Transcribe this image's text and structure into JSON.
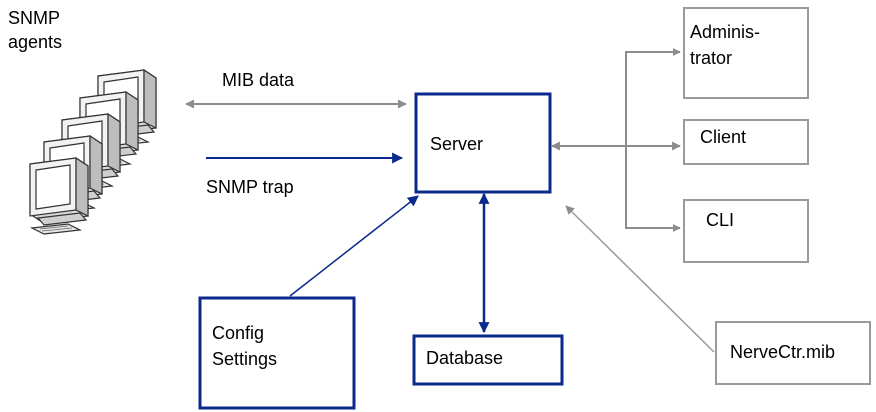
{
  "agents": {
    "line1": "SNMP",
    "line2": "agents"
  },
  "links": {
    "mib_data": "MIB data",
    "snmp_trap": "SNMP trap"
  },
  "nodes": {
    "server": "Server",
    "administrator_line1": "Adminis-",
    "administrator_line2": "trator",
    "client": "Client",
    "cli": "CLI",
    "config_line1": "Config",
    "config_line2": "Settings",
    "database": "Database",
    "nervectr": "NerveCtr.mib"
  },
  "colors": {
    "primary": "#0b2a8c",
    "gray": "#8c8c8c",
    "box_gray": "#9a9a9a"
  },
  "icons": {
    "agents": "computer-stack-icon"
  }
}
